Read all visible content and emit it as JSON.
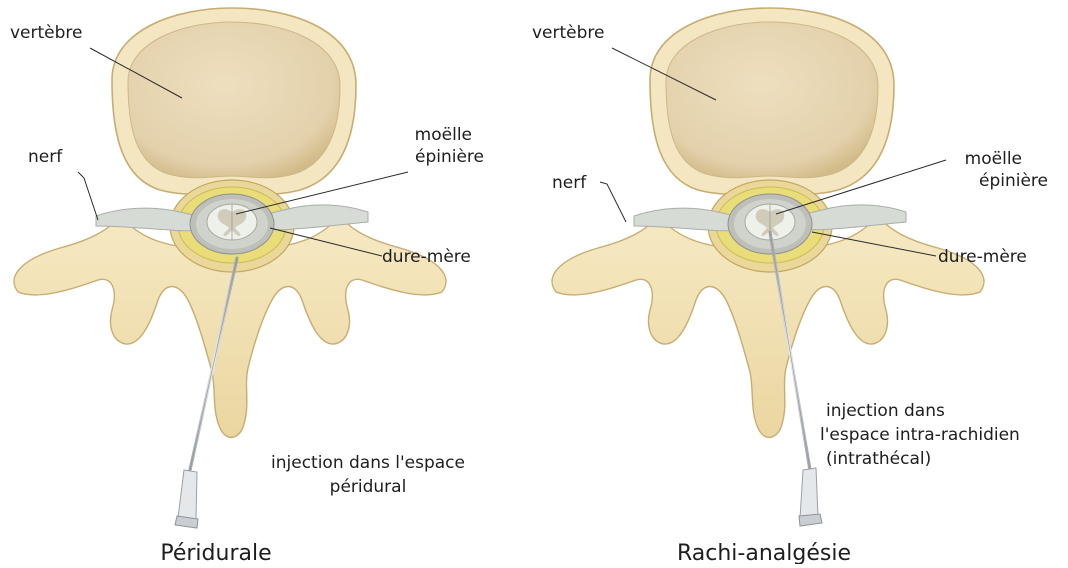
{
  "panels": [
    {
      "caption": "Péridurale",
      "labels": {
        "vertebra": "vertèbre",
        "nerve": "nerf",
        "spinal_cord": [
          "moëlle",
          "épinière"
        ],
        "dura": "dure-mère",
        "injection": [
          "injection dans l'espace",
          "péridural"
        ]
      }
    },
    {
      "caption": "Rachi-analgésie",
      "labels": {
        "vertebra": "vertèbre",
        "nerve": "nerf",
        "spinal_cord": [
          "moëlle",
          "épinière"
        ],
        "dura": "dure-mère",
        "injection": [
          "injection dans",
          "l'espace intra-rachidien",
          "(intrathécal)"
        ]
      }
    }
  ],
  "colors": {
    "bone_fill": "#f1e2b2",
    "bone_stroke": "#c7ad72",
    "vertebral_body": "#eadcbd",
    "epidural_fat": "#e9dd7a",
    "dura": "#bdbfb8",
    "cord": "#dde1d8",
    "nerve": "#d7dbd6",
    "needle": "#b9bfc4"
  }
}
